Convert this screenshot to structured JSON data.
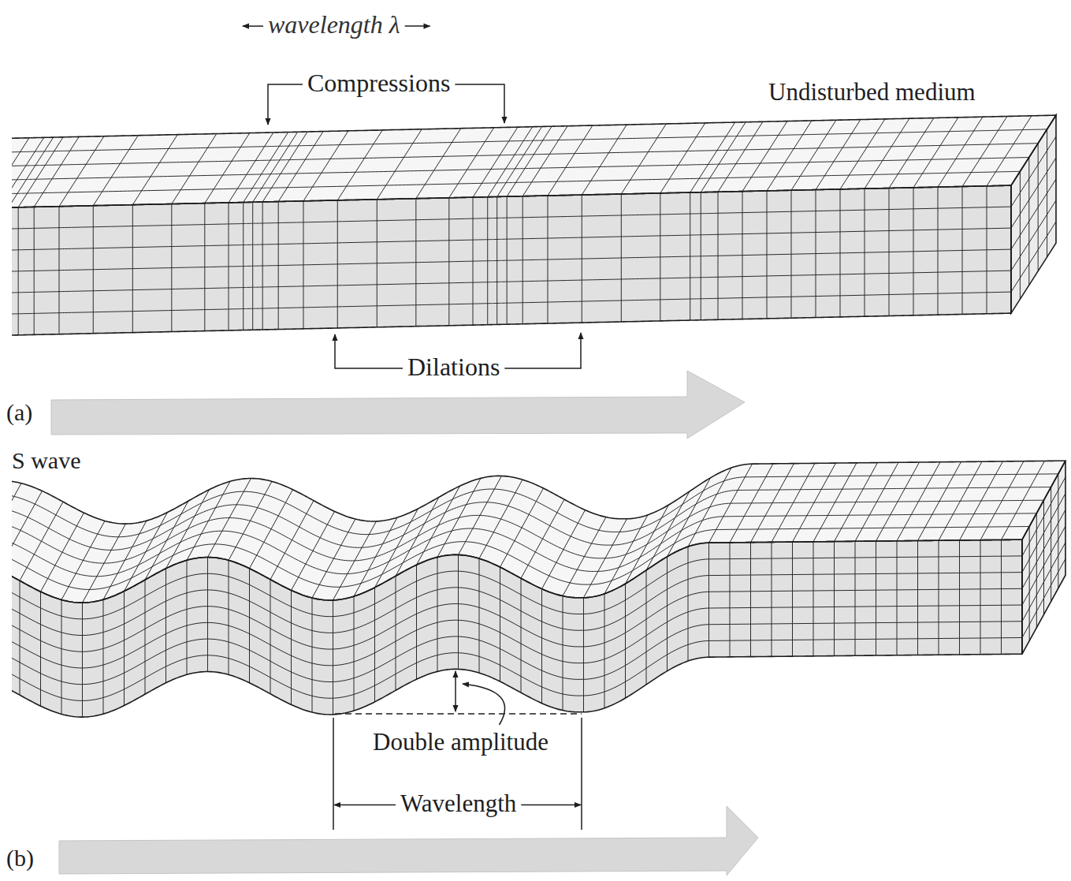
{
  "diagram": {
    "labels": [
      "wavelength λ",
      "Compressions",
      "Undisturbed medium",
      "Dilations",
      "(a)",
      "S wave",
      "Double amplitude",
      "Wavelength",
      "(b)"
    ]
  }
}
